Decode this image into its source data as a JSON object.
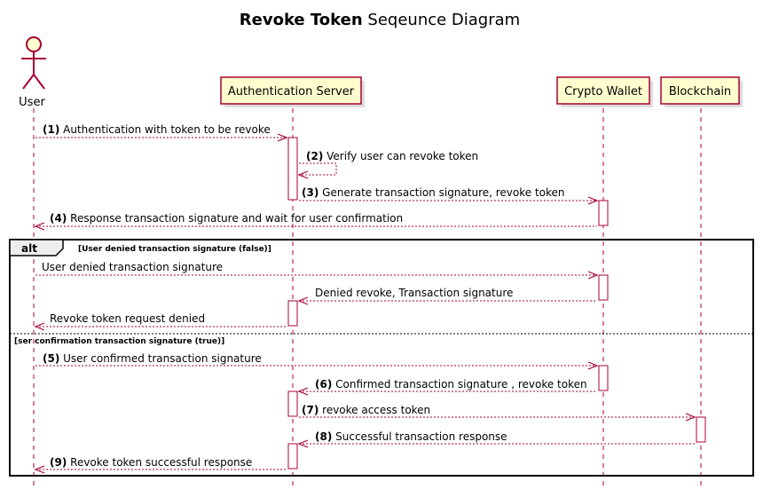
{
  "title": {
    "bold": "Revoke Token",
    "rest": " Seqeunce Diagram"
  },
  "participants": {
    "user": "User",
    "auth_server": "Authentication Server",
    "crypto_wallet": "Crypto Wallet",
    "blockchain": "Blockchain"
  },
  "messages": {
    "m1": {
      "num": "(1)",
      "text": " Authentication with token to be revoke"
    },
    "m2": {
      "num": "(2)",
      "text": " Verify user can revoke token"
    },
    "m3": {
      "num": "(3)",
      "text": " Generate transaction signature, revoke token"
    },
    "m4": {
      "num": "(4)",
      "text": " Response transaction signature and wait for user confirmation"
    },
    "a1": {
      "text": "User denied transaction signature"
    },
    "a2": {
      "text": "Denied revoke, Transaction signature"
    },
    "a3": {
      "text": "Revoke token request denied"
    },
    "m5": {
      "num": "(5)",
      "text": " User confirmed transaction signature"
    },
    "m6": {
      "num": "(6)",
      "text": " Confirmed transaction signature , revoke token"
    },
    "m7": {
      "num": "(7)",
      "text": " revoke access token"
    },
    "m8": {
      "num": "(8)",
      "text": " Successful transaction response"
    },
    "m9": {
      "num": "(9)",
      "text": " Revoke token successful response"
    }
  },
  "fragment": {
    "operator": "alt",
    "guard1": "[User denied transaction signature (false)]",
    "guard2": "[ser confirmation transaction signature (true)]"
  }
}
